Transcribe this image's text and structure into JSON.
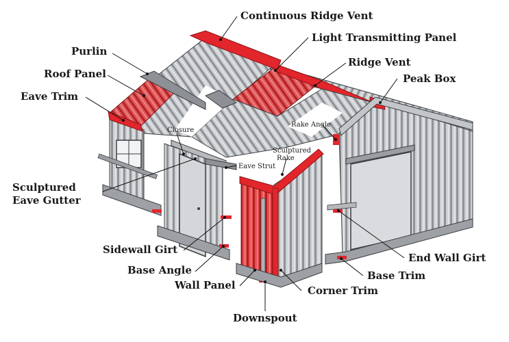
{
  "colors": {
    "accent_red": "#e2262c",
    "steel_light": "#c7c9cc",
    "steel_mid": "#a8abaf",
    "steel_dark": "#6d7075",
    "outline": "#3b3d40"
  },
  "labels": {
    "continuous_ridge_vent": "Continuous Ridge Vent",
    "light_transmitting_panel": "Light Transmitting Panel",
    "purlin": "Purlin",
    "ridge_vent": "Ridge Vent",
    "roof_panel": "Roof Panel",
    "peak_box": "Peak Box",
    "eave_trim": "Eave Trim",
    "closure": "Closure",
    "rake_angle": "Rake Angle",
    "sculptured_rake_line1": "Sculptured",
    "sculptured_rake_line2": "Rake",
    "eave_strut": "Eave Strut",
    "sculptured_eave_gutter_line1": "Sculptured",
    "sculptured_eave_gutter_line2": "Eave Gutter",
    "sidewall_girt": "Sidewall Girt",
    "end_wall_girt": "End Wall Girt",
    "base_angle": "Base Angle",
    "base_trim": "Base Trim",
    "wall_panel": "Wall Panel",
    "corner_trim": "Corner Trim",
    "downspout": "Downspout"
  }
}
